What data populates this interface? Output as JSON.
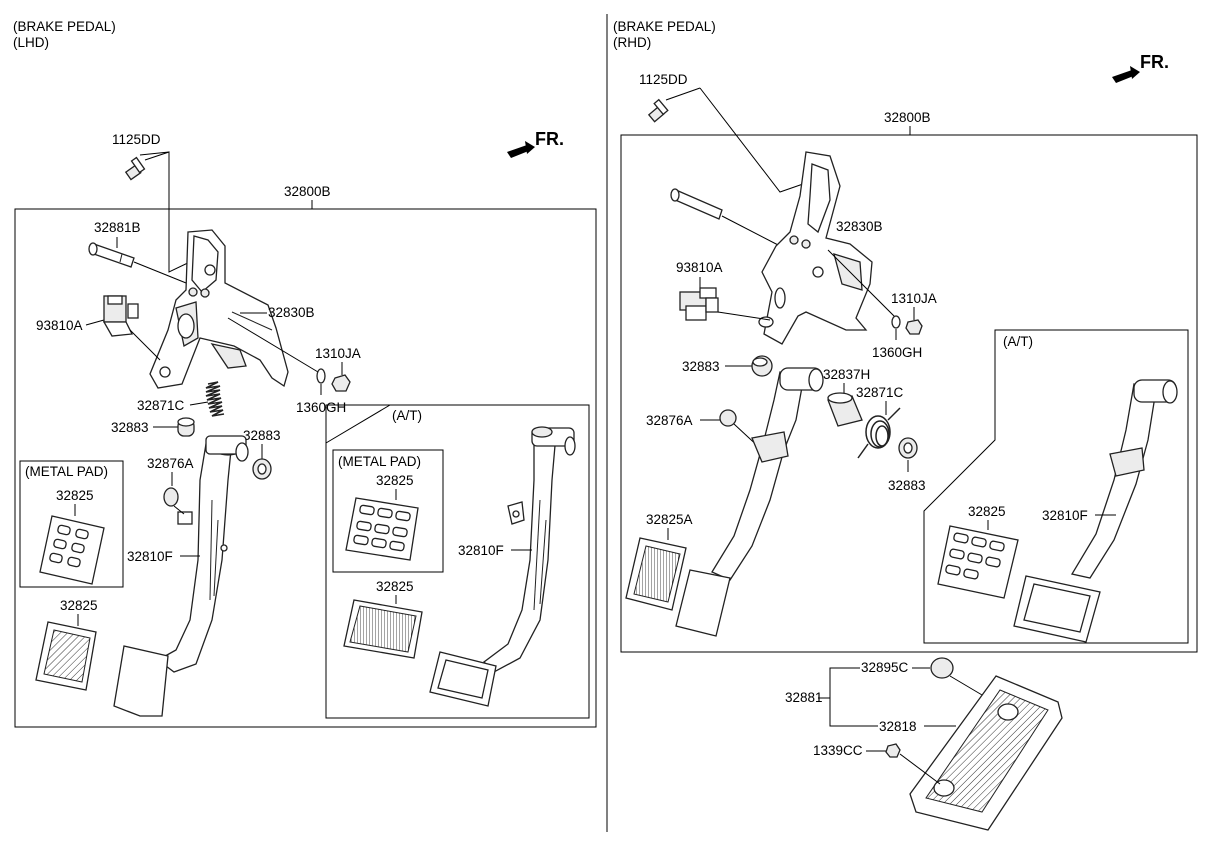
{
  "left": {
    "header_line1": "(BRAKE PEDAL)",
    "header_line2": "(LHD)",
    "fr": "FR.",
    "labels": {
      "bolt_1125dd": "1125DD",
      "assy_32800b": "32800B",
      "pin_32881b": "32881B",
      "switch_93810a": "93810A",
      "bracket_32830b": "32830B",
      "nut_1310ja": "1310JA",
      "washer_1360gh": "1360GH",
      "spring_32871c": "32871C",
      "bush_32883_a": "32883",
      "bush_32883_b": "32883",
      "stopper_32876a": "32876A",
      "pedal_32810f": "32810F",
      "pad_32825_metal": "32825",
      "pad_32825": "32825"
    },
    "metal_pad_box": "(METAL PAD)",
    "at_box": {
      "title": "(A/T)",
      "metal_pad": "(METAL PAD)",
      "pad_32825_metal": "32825",
      "pad_32825": "32825",
      "pedal_32810f": "32810F"
    }
  },
  "right": {
    "header_line1": "(BRAKE PEDAL)",
    "header_line2": "(RHD)",
    "fr": "FR.",
    "labels": {
      "bolt_1125dd": "1125DD",
      "assy_32800b": "32800B",
      "bracket_32830b": "32830B",
      "switch_93810a": "93810A",
      "nut_1310ja": "1310JA",
      "washer_1360gh": "1360GH",
      "bush_32883_a": "32883",
      "collar_32837h": "32837H",
      "spring_32871c": "32871C",
      "stopper_32876a": "32876A",
      "bush_32883_b": "32883",
      "pad_32825a": "32825A"
    },
    "at_box": {
      "title": "(A/T)",
      "pad_32825": "32825",
      "pedal_32810f": "32810F"
    },
    "footrest": {
      "assy_32881": "32881",
      "cap_32895c": "32895C",
      "pad_32818": "32818",
      "clip_1339cc": "1339CC"
    }
  }
}
